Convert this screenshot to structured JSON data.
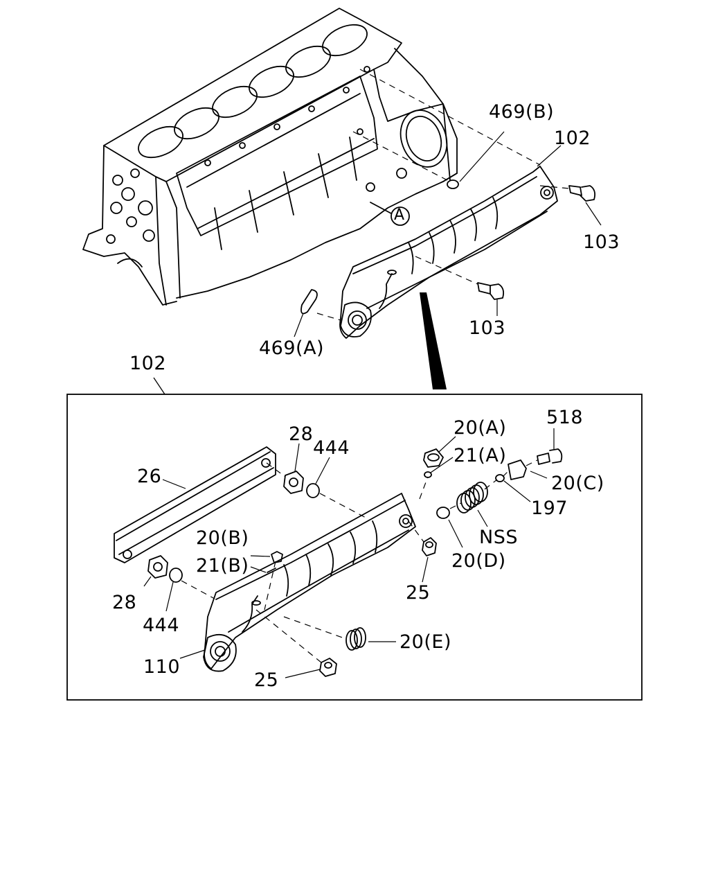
{
  "diagram": {
    "callout_circle": "A",
    "labels": {
      "l469b": "469(B)",
      "l102_top": "102",
      "l103_right": "103",
      "l103_mid": "103",
      "l469a": "469(A)",
      "l102_box": "102",
      "l28_top": "28",
      "l444_top": "444",
      "l26": "26",
      "l20a": "20(A)",
      "l518": "518",
      "l21a": "21(A)",
      "l20c": "20(C)",
      "l197": "197",
      "l20b": "20(B)",
      "l21b": "21(B)",
      "lnss": "NSS",
      "l20d": "20(D)",
      "l28_bot": "28",
      "l444_bot": "444",
      "l25_right": "25",
      "l20e": "20(E)",
      "l110": "110",
      "l25_bot": "25"
    }
  }
}
